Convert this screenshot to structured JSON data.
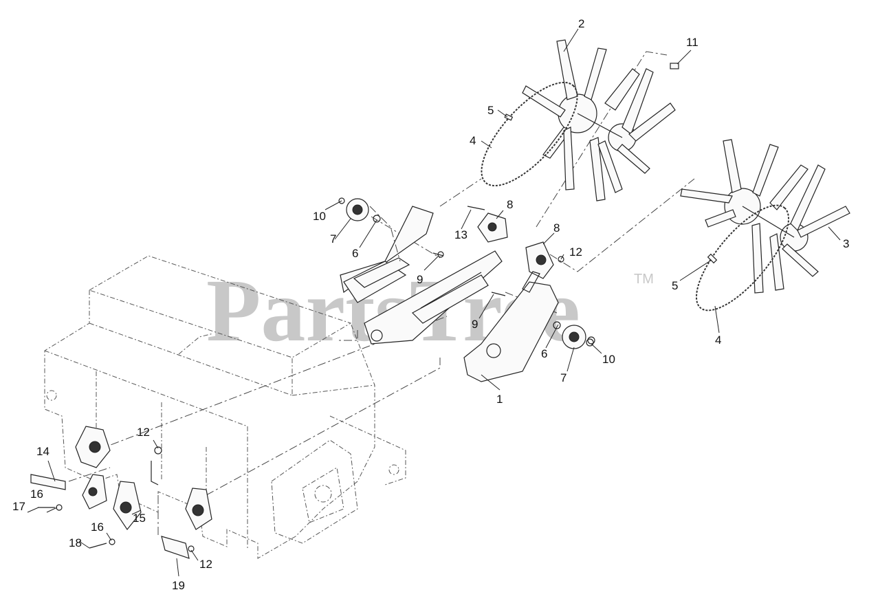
{
  "watermark": {
    "text": "PartsTree",
    "trademark": "TM"
  },
  "callouts": {
    "c1": "1",
    "c2": "2",
    "c3": "3",
    "c4a": "4",
    "c4b": "4",
    "c5a": "5",
    "c5b": "5",
    "c6a": "6",
    "c6b": "6",
    "c7a": "7",
    "c7b": "7",
    "c8a": "8",
    "c8b": "8",
    "c9a": "9",
    "c9b": "9",
    "c10a": "10",
    "c10b": "10",
    "c11": "11",
    "c12a": "12",
    "c12b": "12",
    "c12c": "12",
    "c13": "13",
    "c14": "14",
    "c15": "15",
    "c16a": "16",
    "c16b": "16",
    "c17": "17",
    "c18": "18",
    "c19": "19"
  }
}
